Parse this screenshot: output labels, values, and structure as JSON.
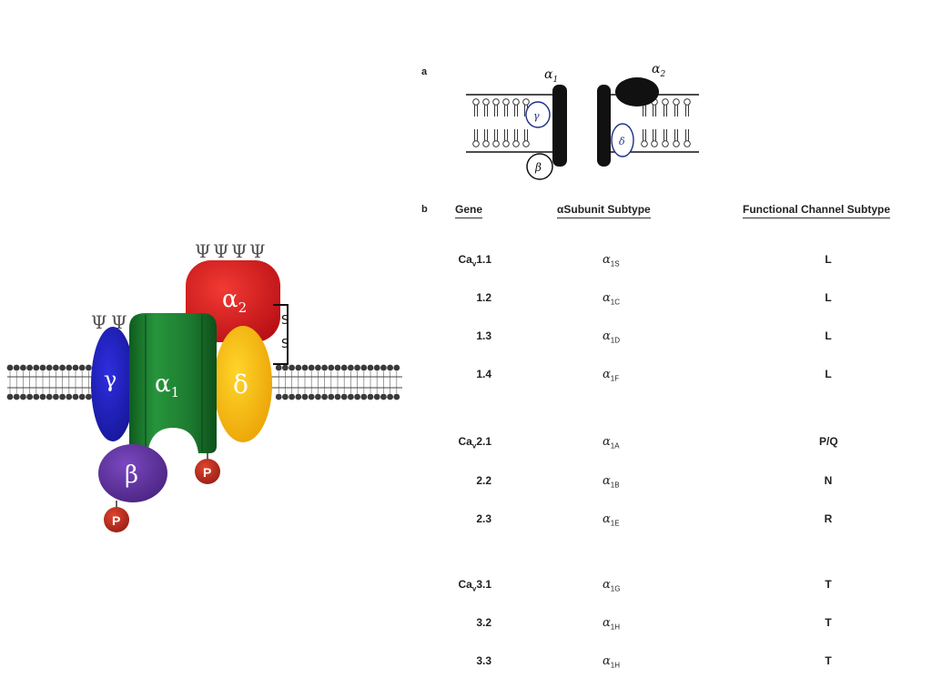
{
  "left_diagram": {
    "labels": {
      "alpha2": "α",
      "alpha2_sub": "2",
      "alpha1": "α",
      "alpha1_sub": "1",
      "gamma": "γ",
      "delta": "δ",
      "beta": "β",
      "phospho": "P",
      "disulfide": "S–S",
      "glyco": "Ψ"
    },
    "colors": {
      "alpha2": "#d8191e",
      "alpha1": "#1e7d32",
      "gamma": "#1a1aa8",
      "delta": "#f2b400",
      "beta": "#5a2a98",
      "phospho": "#b5231d",
      "membrane": "#333333"
    }
  },
  "panel_a": {
    "letter": "a",
    "alpha1": "α",
    "alpha1_sub": "1",
    "alpha2": "α",
    "alpha2_sub": "2",
    "gamma": "γ",
    "delta": "δ",
    "beta": "β"
  },
  "panel_b": {
    "letter": "b",
    "headers": {
      "gene": "Gene",
      "alpha": "αSubunit Subtype",
      "functional": "Functional Channel Subtype"
    },
    "rows": [
      {
        "gene_pre": "Ca",
        "gene_sub": "v",
        "gene_post": "1.1",
        "alpha": "α",
        "alpha_sub": "1S",
        "func": "L"
      },
      {
        "gene_pre": "",
        "gene_sub": "",
        "gene_post": "1.2",
        "alpha": "α",
        "alpha_sub": "1C",
        "func": "L"
      },
      {
        "gene_pre": "",
        "gene_sub": "",
        "gene_post": "1.3",
        "alpha": "α",
        "alpha_sub": "1D",
        "func": "L"
      },
      {
        "gene_pre": "",
        "gene_sub": "",
        "gene_post": "1.4",
        "alpha": "α",
        "alpha_sub": "1F",
        "func": "L"
      },
      {
        "gene_pre": "Ca",
        "gene_sub": "v",
        "gene_post": "2.1",
        "alpha": "α",
        "alpha_sub": "1A",
        "func": "P/Q"
      },
      {
        "gene_pre": "",
        "gene_sub": "",
        "gene_post": "2.2",
        "alpha": "α",
        "alpha_sub": "1B",
        "func": "N"
      },
      {
        "gene_pre": "",
        "gene_sub": "",
        "gene_post": "2.3",
        "alpha": "α",
        "alpha_sub": "1E",
        "func": "R"
      },
      {
        "gene_pre": "Ca",
        "gene_sub": "v",
        "gene_post": "3.1",
        "alpha": "α",
        "alpha_sub": "1G",
        "func": "T"
      },
      {
        "gene_pre": "",
        "gene_sub": "",
        "gene_post": "3.2",
        "alpha": "α",
        "alpha_sub": "1H",
        "func": "T"
      },
      {
        "gene_pre": "",
        "gene_sub": "",
        "gene_post": "3.3",
        "alpha": "α",
        "alpha_sub": "1H",
        "func": "T"
      }
    ]
  }
}
